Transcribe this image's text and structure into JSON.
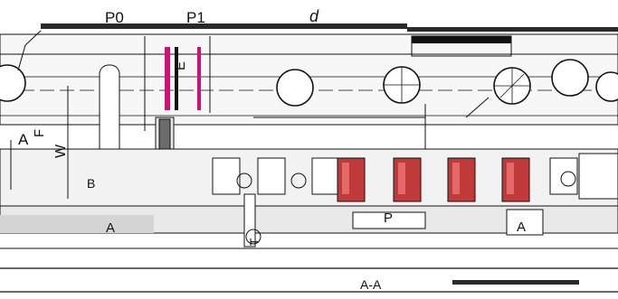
{
  "drawing": {
    "labels": {
      "p0": "P0",
      "p1": "P1",
      "d": "d",
      "e": "E",
      "f": "F",
      "a": "A",
      "w": "W",
      "b": "B",
      "a_marker_left": "A",
      "p_marker": "P",
      "a_marker_right": "A",
      "t": "T",
      "section": "A-A"
    },
    "colors": {
      "line": "#111111",
      "hatch": "#6b6b6b",
      "fill_light": "#e9e9e9",
      "fill_dark": "#2a2a2a",
      "red_component": "#c0393b",
      "red_highlight": "#e46a6a",
      "magenta_marker": "#d0107a"
    }
  }
}
